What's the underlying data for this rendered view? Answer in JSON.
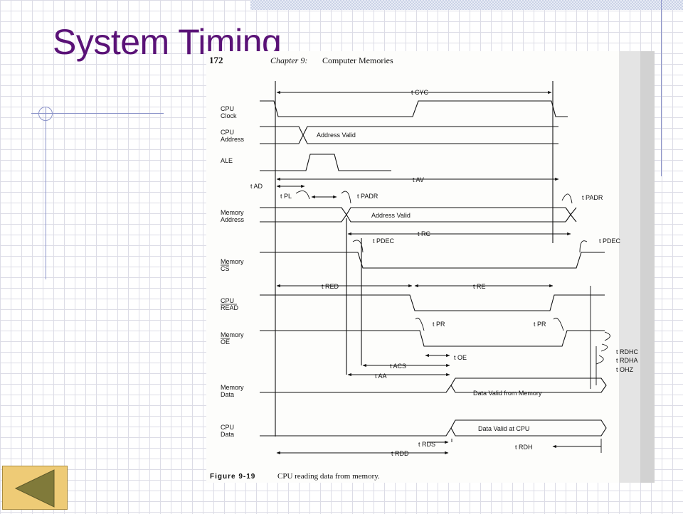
{
  "slide": {
    "title": "System Timing"
  },
  "page": {
    "number": "172",
    "chapter": "Chapter 9:",
    "chapter_title": "Computer Memories",
    "figure_label": "Figure 9-19",
    "figure_caption": "CPU reading data from memory."
  },
  "signals": {
    "cpu_clock": [
      "CPU",
      "Clock"
    ],
    "cpu_address": [
      "CPU",
      "Address"
    ],
    "ale": [
      "ALE"
    ],
    "memory_address": [
      "Memory",
      "Address"
    ],
    "memory_cs": [
      "Memory",
      "CS"
    ],
    "cpu_read": [
      "CPU",
      "READ"
    ],
    "memory_oe": [
      "Memory",
      "OE"
    ],
    "memory_data": [
      "Memory",
      "Data"
    ],
    "cpu_data": [
      "CPU",
      "Data"
    ]
  },
  "regions": {
    "cpu_address_valid": "Address Valid",
    "memory_address_valid": "Address Valid",
    "memory_data_valid": "Data Valid from Memory",
    "cpu_data_valid": "Data Valid at CPU"
  },
  "timing": {
    "cyc": "t CYC",
    "ad": "t AD",
    "av": "t AV",
    "pl": "t PL",
    "padr": "t PADR",
    "padr_2": "t PADR",
    "rc": "t RC",
    "pdec": "t PDEC",
    "pdec_2": "t PDEC",
    "red": "t RED",
    "re": "t RE",
    "pr": "t PR",
    "pr_2": "t PR",
    "rdhc": "t RDHC",
    "rdha": "t RDHA",
    "ohz": "t OHZ",
    "oe": "t OE",
    "acs": "t ACS",
    "aa": "t AA",
    "rds": "t RDS",
    "rdh": "t RDH",
    "rdd": "t RDD"
  },
  "colors": {
    "title": "#5a1277",
    "nav_button_fill": "#eecb76",
    "nav_arrow_fill": "#807a3a",
    "decoration": "#8b93c9",
    "ink": "#111111"
  },
  "icons": {
    "back": "triangle-left-icon"
  }
}
